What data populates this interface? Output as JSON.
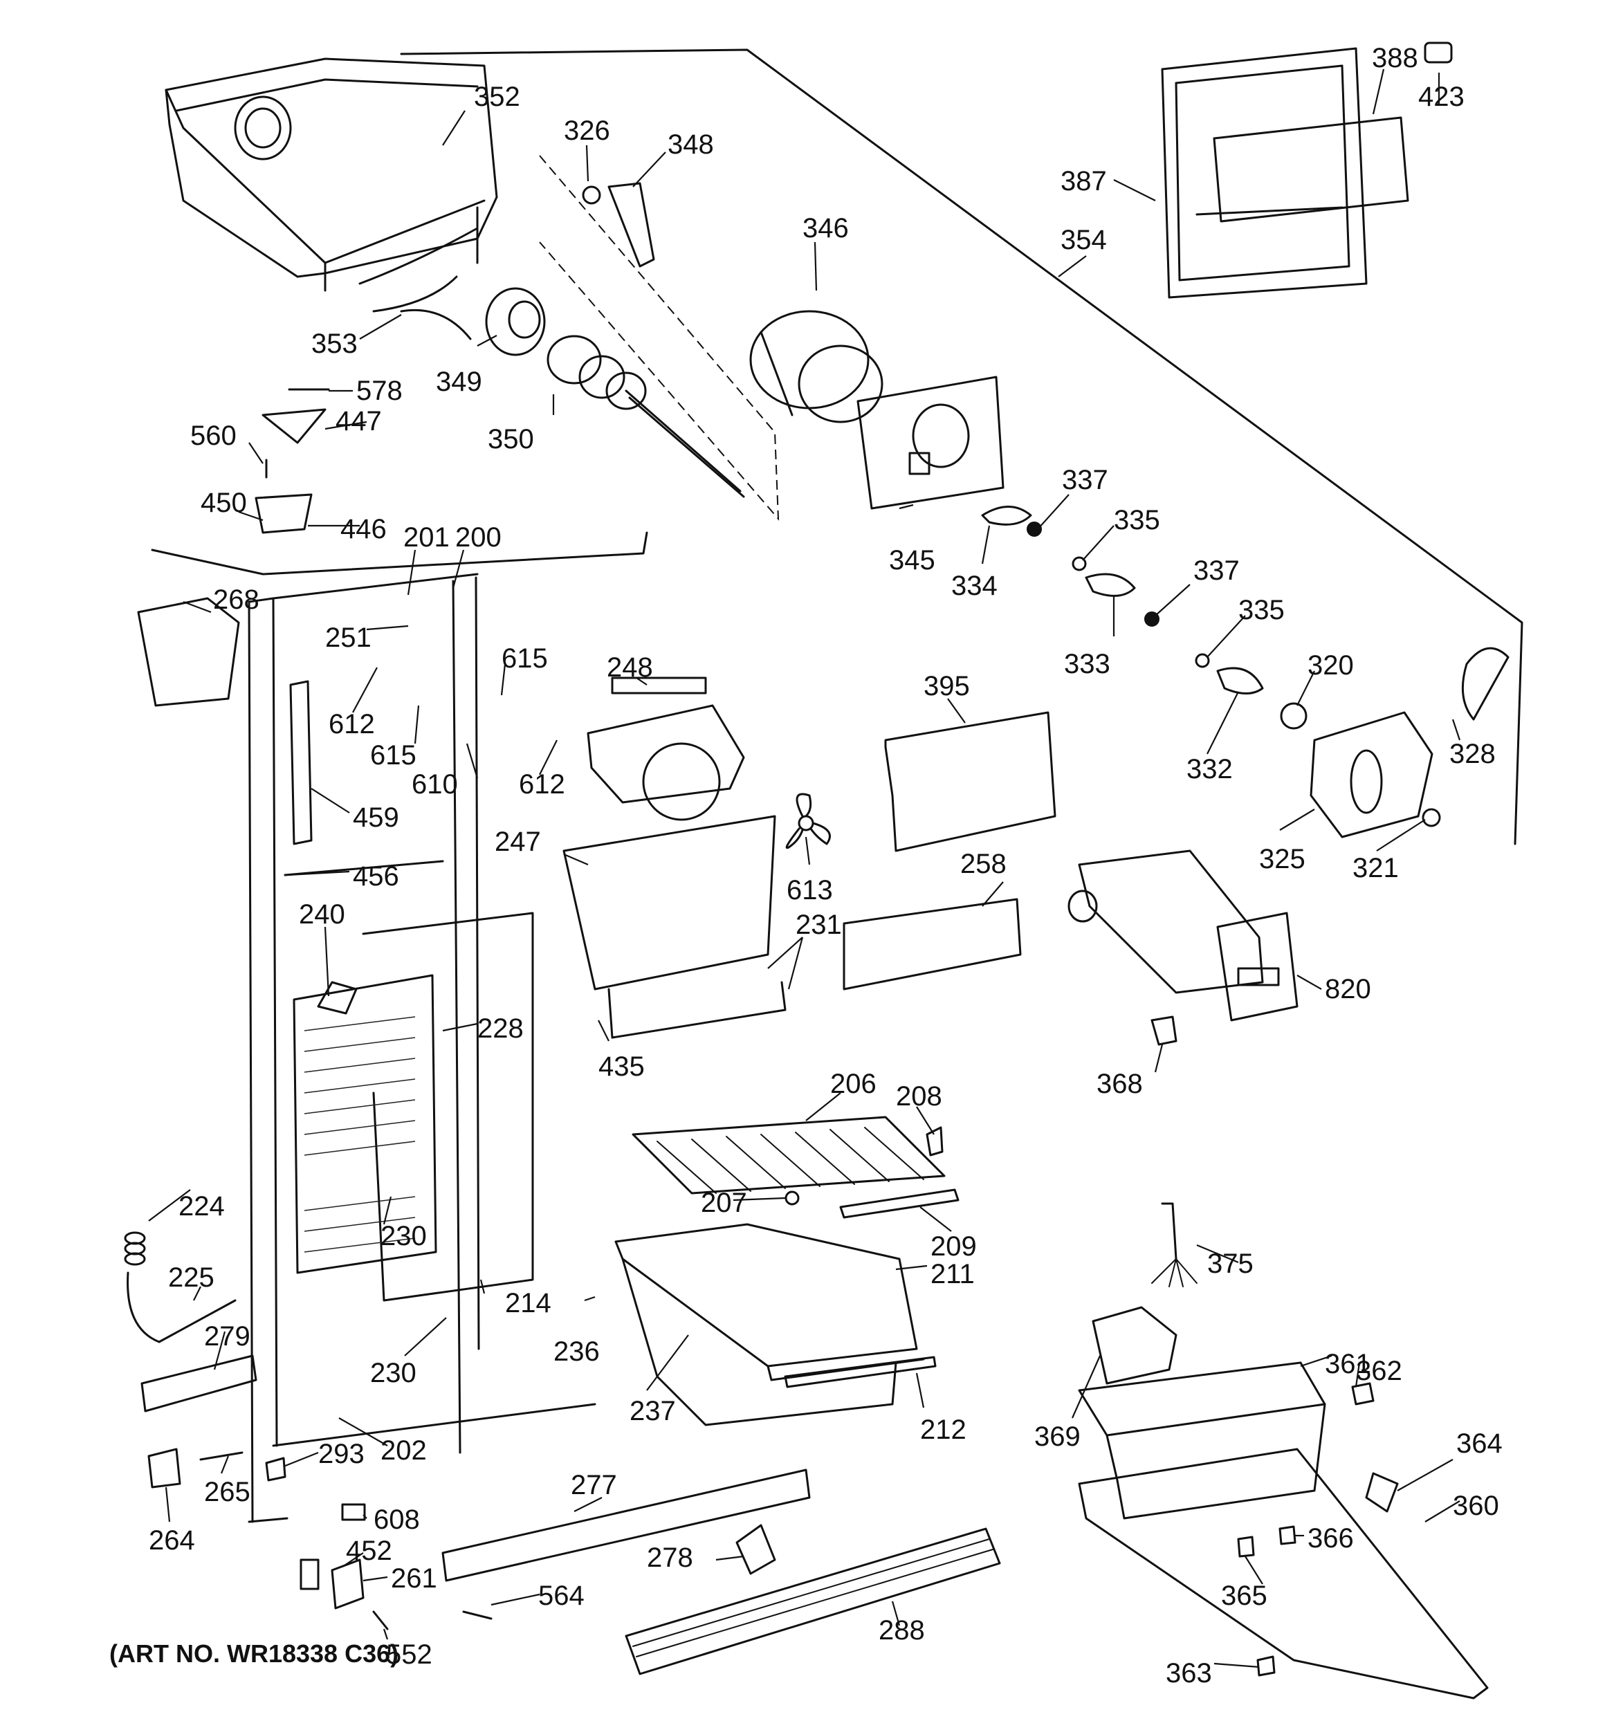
{
  "diagram": {
    "art_number": "(ART NO. WR18338 C36)",
    "part_numbers": [
      "352",
      "326",
      "348",
      "346",
      "388",
      "423",
      "387",
      "354",
      "353",
      "349",
      "350",
      "578",
      "447",
      "560",
      "450",
      "446",
      "201",
      "200",
      "268",
      "251",
      "612",
      "615",
      "610",
      "615b",
      "612b",
      "248",
      "395",
      "345",
      "334",
      "337",
      "335",
      "337b",
      "333",
      "335b",
      "320",
      "332",
      "328",
      "325",
      "321",
      "459",
      "456",
      "247",
      "613",
      "258",
      "240",
      "228",
      "231",
      "820",
      "435",
      "368",
      "206",
      "208",
      "207",
      "209",
      "230",
      "224",
      "225",
      "214",
      "211",
      "375",
      "236",
      "279",
      "230b",
      "237",
      "212",
      "361",
      "362",
      "369",
      "293",
      "202",
      "265",
      "264",
      "608",
      "277",
      "364",
      "360",
      "452",
      "261",
      "278",
      "366",
      "564",
      "365",
      "552",
      "288",
      "363"
    ]
  },
  "labels": {
    "352": "352",
    "326": "326",
    "348": "348",
    "346": "346",
    "388": "388",
    "423": "423",
    "387": "387",
    "354": "354",
    "353": "353",
    "349": "349",
    "350": "350",
    "578": "578",
    "447": "447",
    "560": "560",
    "450": "450",
    "446": "446",
    "201": "201",
    "200": "200",
    "268": "268",
    "251": "251",
    "612": "612",
    "615": "615",
    "610": "610",
    "615b": "615",
    "612b": "612",
    "248": "248",
    "395": "395",
    "345": "345",
    "334": "334",
    "337": "337",
    "335": "335",
    "337b": "337",
    "333": "333",
    "335b": "335",
    "320": "320",
    "332": "332",
    "328": "328",
    "325": "325",
    "321": "321",
    "459": "459",
    "456": "456",
    "247": "247",
    "613": "613",
    "258": "258",
    "240": "240",
    "228": "228",
    "231": "231",
    "820": "820",
    "435": "435",
    "368": "368",
    "206": "206",
    "208": "208",
    "207": "207",
    "209": "209",
    "230": "230",
    "224": "224",
    "225": "225",
    "214": "214",
    "211": "211",
    "375": "375",
    "236": "236",
    "279": "279",
    "230b": "230",
    "237": "237",
    "212": "212",
    "361": "361",
    "362": "362",
    "369": "369",
    "293": "293",
    "202": "202",
    "265": "265",
    "264": "264",
    "608": "608",
    "277": "277",
    "364": "364",
    "360": "360",
    "452": "452",
    "261": "261",
    "278": "278",
    "366": "366",
    "564": "564",
    "365": "365",
    "552": "552",
    "288": "288",
    "363": "363"
  },
  "icons": {
    "cabinet": "freezer-cabinet-icon",
    "ice_bucket": "ice-bucket-icon",
    "ice_maker": "ice-maker-icon",
    "fan_blade": "fan-blade-icon",
    "evaporator": "evaporator-coil-icon"
  }
}
